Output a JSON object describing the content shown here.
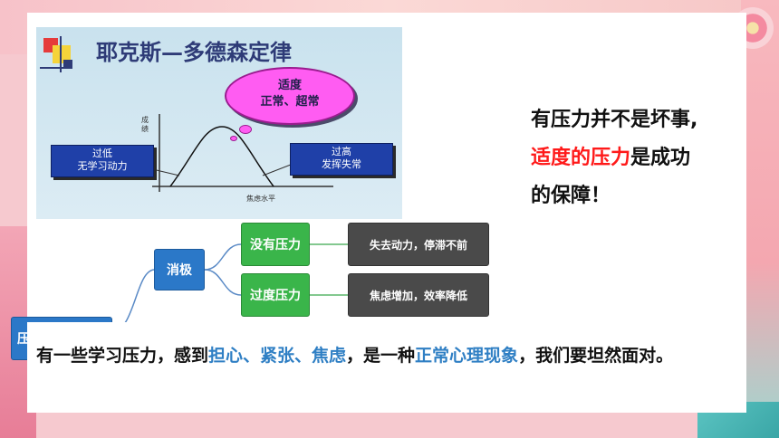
{
  "graph": {
    "title": "耶克斯—多德森定律",
    "cloud_line1": "适度",
    "cloud_line2": "正常、超常",
    "low_line1": "过低",
    "low_line2": "无学习动力",
    "high_line1": "过高",
    "high_line2": "发挥失常",
    "y_axis": "成绩",
    "x_axis": "焦虑水平"
  },
  "mindmap": {
    "root": "压",
    "negative": "消极",
    "branch1": "没有压力",
    "branch1_detail": "失去动力，停滞不前",
    "branch2": "过度压力",
    "branch2_detail": "焦虑增加，效率降低"
  },
  "right_text": {
    "part1": "有压力并不是坏事,",
    "part2_red": "适度的压力",
    "part3": "是成功的保障！"
  },
  "statement": {
    "s1": "有一些学习压力，感到",
    "s2_blue": "担心、紧张、焦虑",
    "s3": "，是一种",
    "s4_blue": "正常心理现象",
    "s5": "，我们要坦然面对。"
  },
  "colors": {
    "accent_blue": "#2f7fc4",
    "accent_red": "#ff1a1a",
    "node_blue": "#2b78c8",
    "node_green": "#3ab54a",
    "node_gray": "#4a4a4a"
  }
}
